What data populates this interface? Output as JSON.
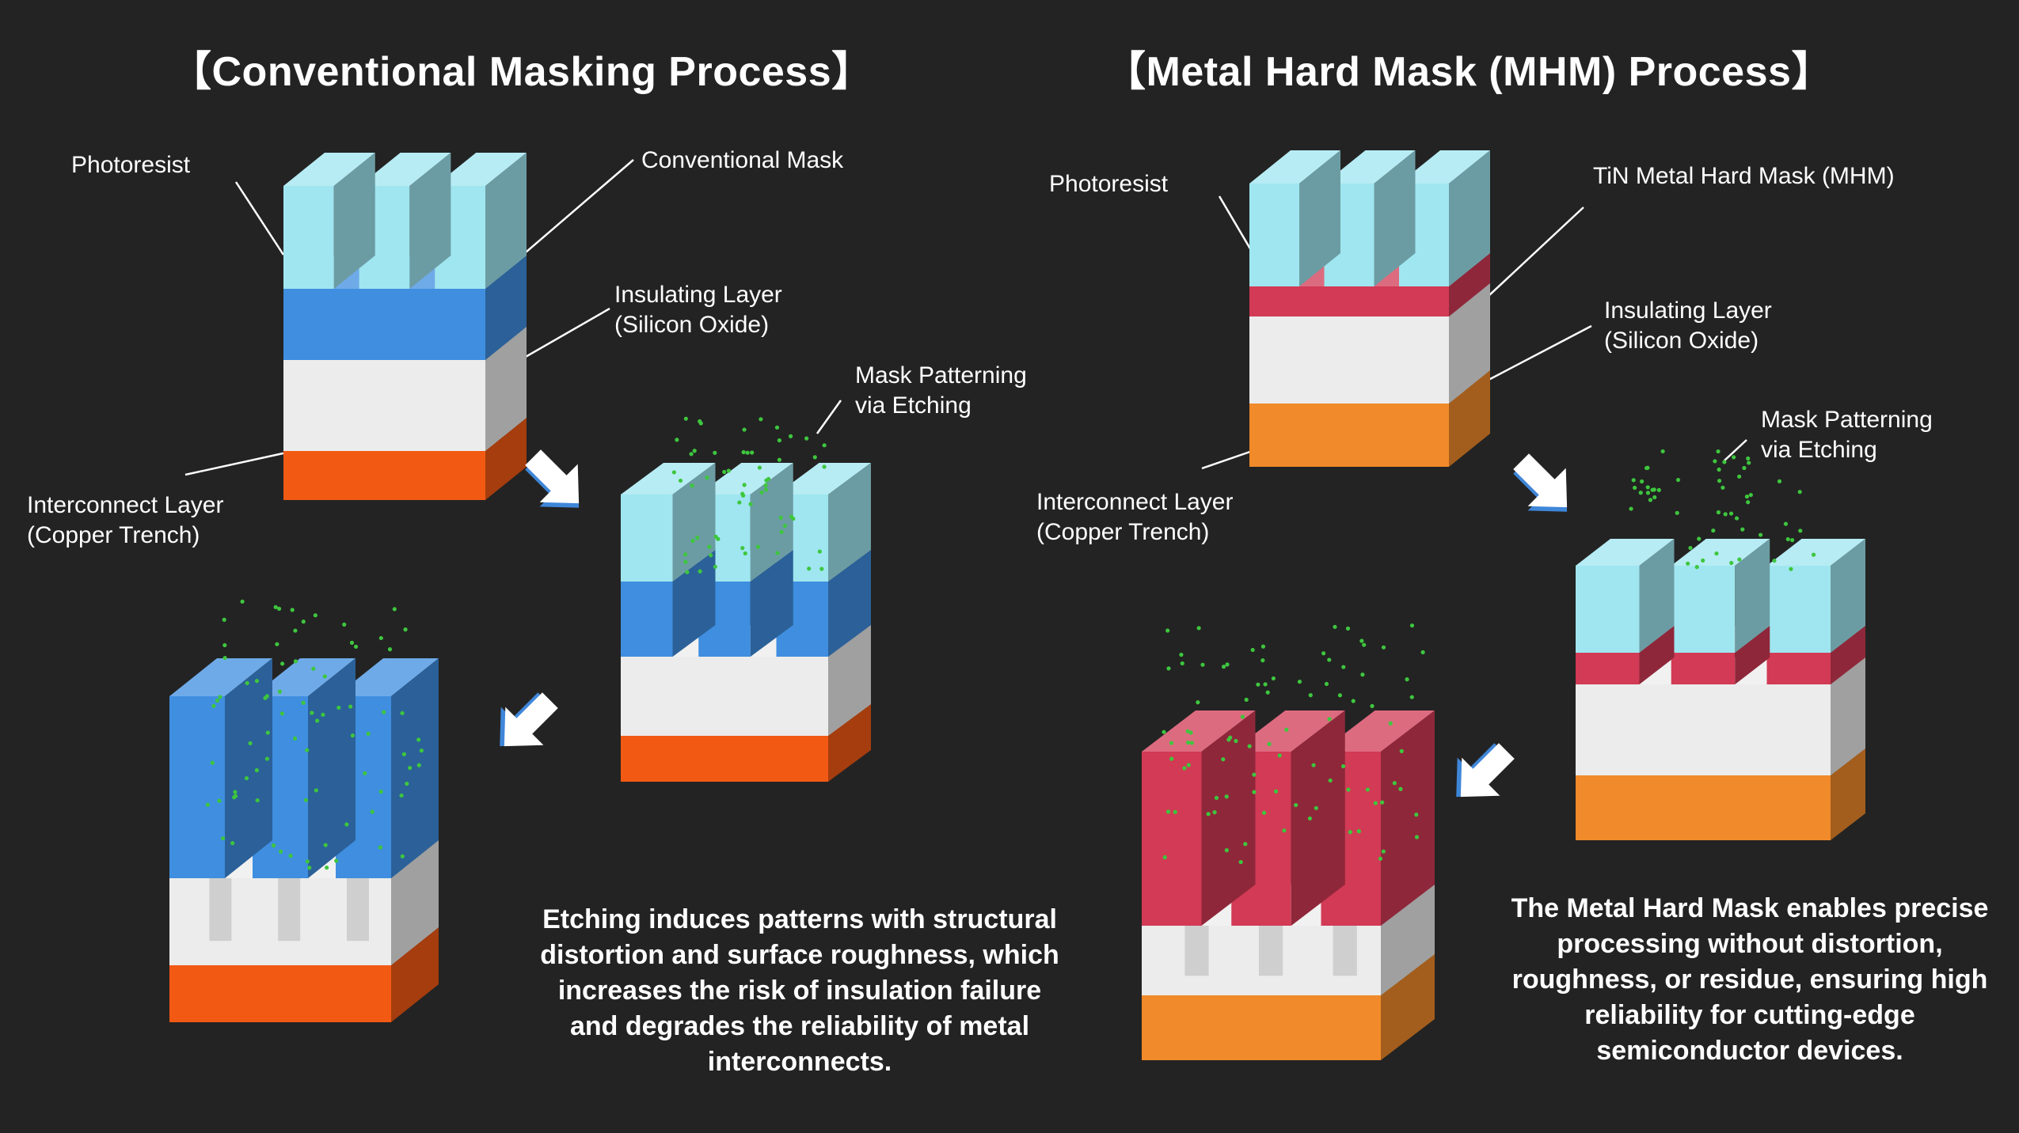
{
  "colors": {
    "background": "#232323",
    "photoresist": "#9fe6f0",
    "conventional_mask": "#3f8ee0",
    "tin_metal_hard_mask": "#d23a55",
    "insulating_layer": "#ececec",
    "copper_conventional": "#f25a14",
    "copper_mhm": "#f08a2a",
    "etch_particles": "#3ec63e",
    "arrow": "#ffffff",
    "arrow_edge": "#3f86d8"
  },
  "left_panel": {
    "title": "【Conventional Masking Process】",
    "labels": {
      "photoresist": "Photoresist",
      "mask": "Conventional Mask",
      "insulating_1": "Insulating Layer",
      "insulating_2": "(Silicon Oxide)",
      "patterning_1": "Mask Patterning",
      "patterning_2": "via Etching",
      "interconnect_1": "Interconnect Layer",
      "interconnect_2": "(Copper Trench)"
    },
    "caption": [
      "Etching induces patterns with structural",
      "distortion and surface roughness, which",
      "increases the risk of insulation failure",
      "and degrades the reliability of metal",
      "interconnects."
    ]
  },
  "right_panel": {
    "title": "【Metal Hard Mask (MHM) Process】",
    "labels": {
      "photoresist": "Photoresist",
      "mask": "TiN Metal Hard Mask (MHM)",
      "insulating_1": "Insulating Layer",
      "insulating_2": "(Silicon Oxide)",
      "patterning_1": "Mask Patterning",
      "patterning_2": "via Etching",
      "interconnect_1": "Interconnect Layer",
      "interconnect_2": "(Copper Trench)"
    },
    "caption": [
      "The Metal Hard Mask enables precise",
      "processing without distortion,",
      "roughness, or residue, ensuring high",
      "reliability for cutting-edge",
      "semiconductor devices."
    ]
  }
}
